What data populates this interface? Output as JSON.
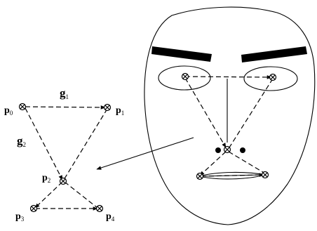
{
  "points": [
    {
      "id": "p0",
      "base": "p",
      "sub": "0"
    },
    {
      "id": "p1",
      "base": "p",
      "sub": "1"
    },
    {
      "id": "p2",
      "base": "p",
      "sub": "2"
    },
    {
      "id": "p3",
      "base": "p",
      "sub": "3"
    },
    {
      "id": "p4",
      "base": "p",
      "sub": "4"
    }
  ],
  "vectors": [
    {
      "id": "g1",
      "base": "g",
      "sub": "1"
    },
    {
      "id": "g2",
      "base": "g",
      "sub": "2"
    }
  ]
}
